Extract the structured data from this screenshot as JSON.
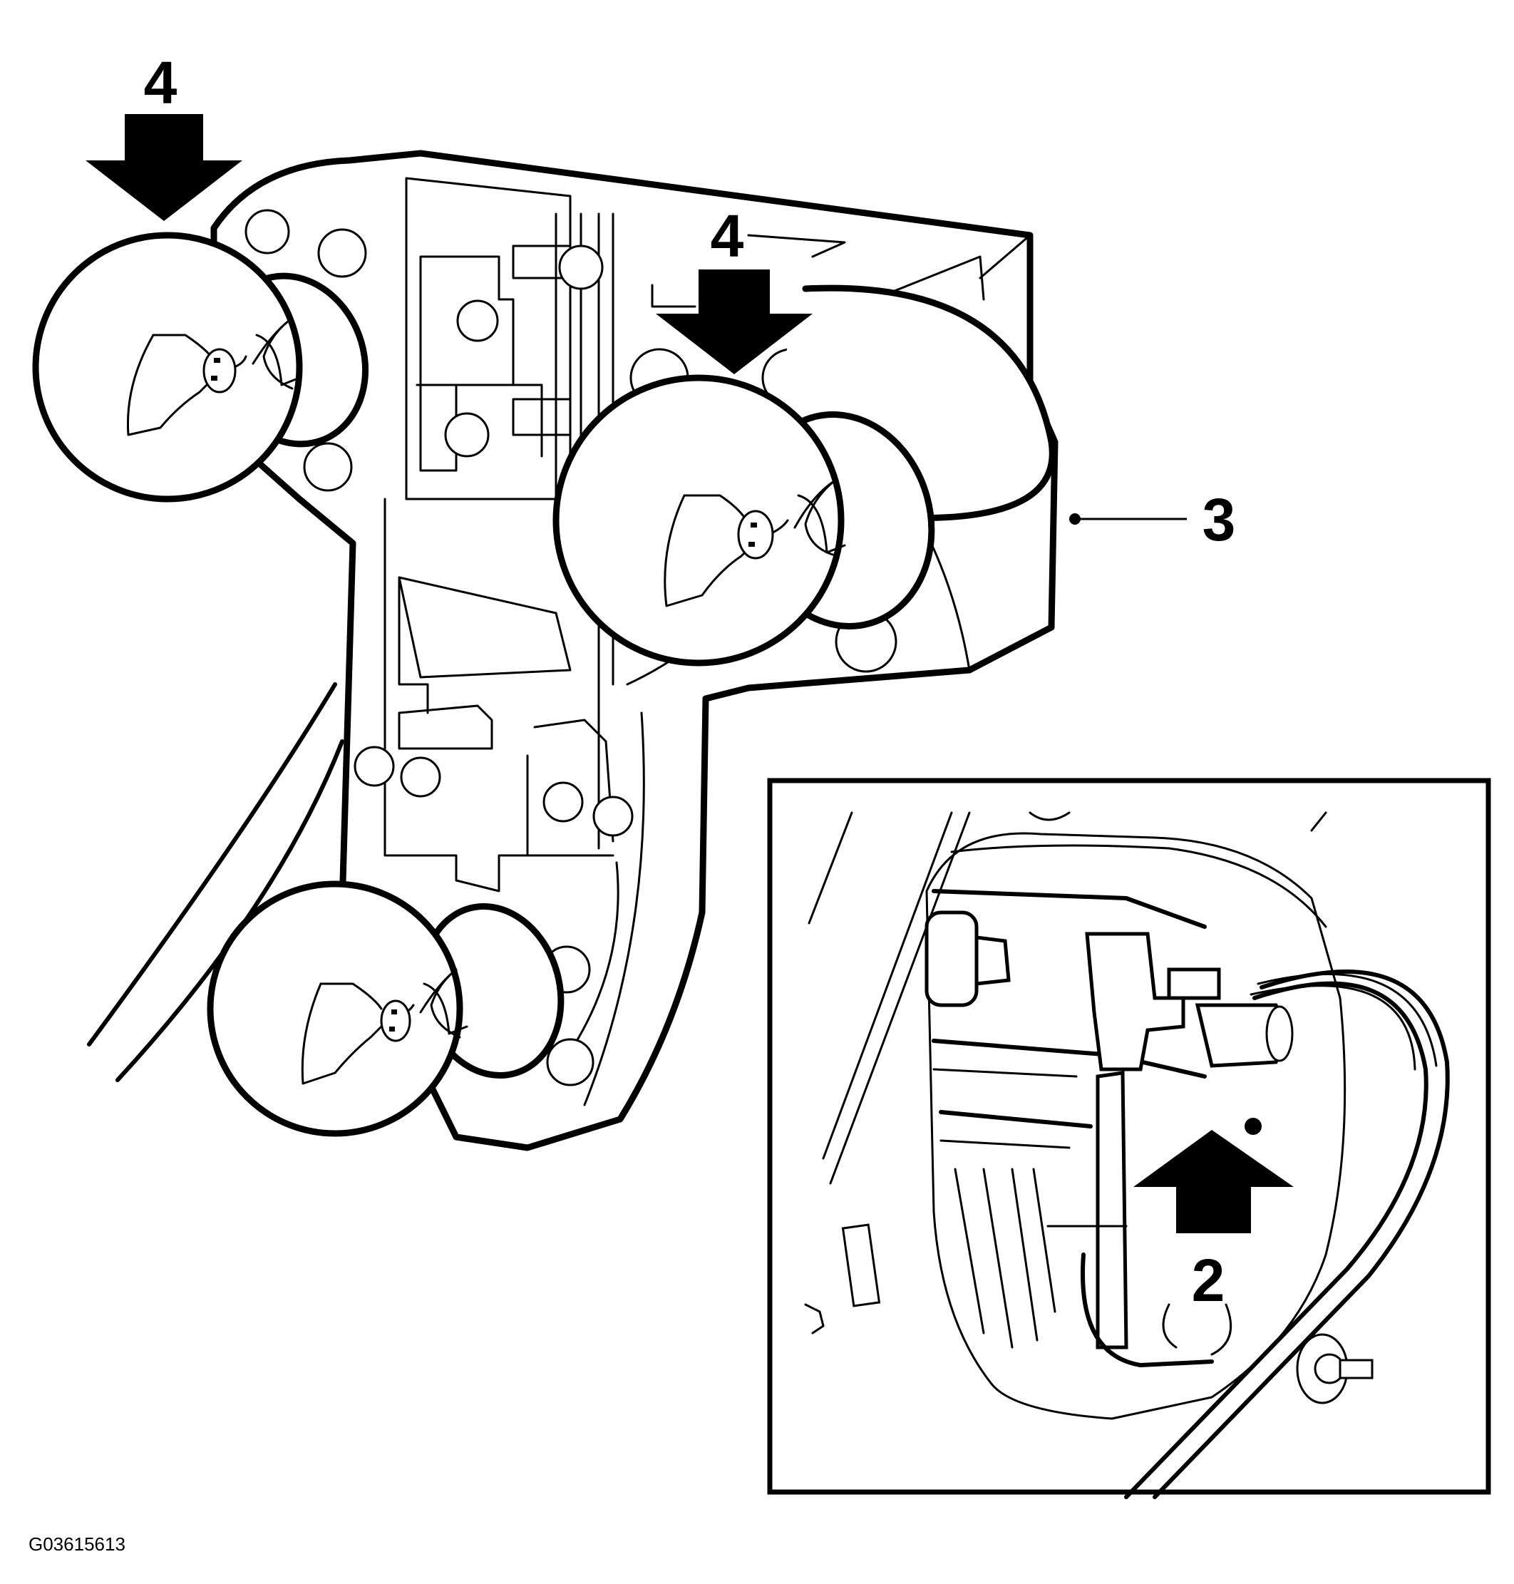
{
  "callouts": {
    "bulb_left": "4",
    "bulb_center": "4",
    "bulb_holder": "3",
    "connector": "2"
  },
  "figure_id": "G03615613"
}
